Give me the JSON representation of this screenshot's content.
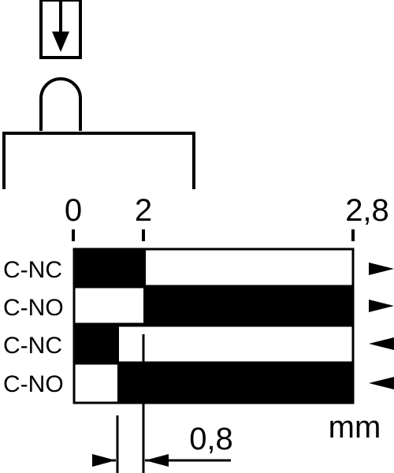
{
  "scale": {
    "ticks": [
      "0",
      "2",
      "2,8"
    ]
  },
  "rows": [
    {
      "label": "C-NC",
      "direction": "forward"
    },
    {
      "label": "C-NO",
      "direction": "forward"
    },
    {
      "label": "C-NC",
      "direction": "return"
    },
    {
      "label": "C-NO",
      "direction": "return"
    }
  ],
  "differential_travel": {
    "value": "0,8"
  },
  "unit": "mm",
  "colors": {
    "ink": "#000000",
    "paper": "#ffffff"
  }
}
